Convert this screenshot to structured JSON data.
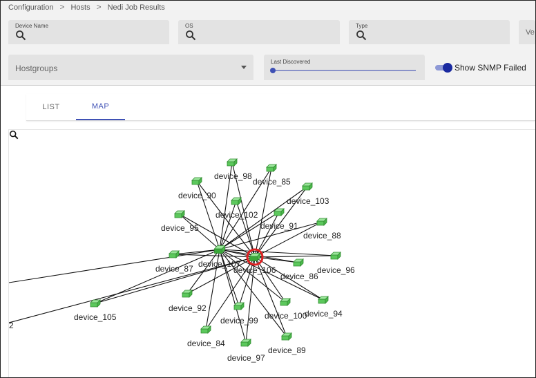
{
  "breadcrumb": {
    "items": [
      "Configuration",
      "Hosts",
      "Nedi Job Results"
    ],
    "separator": ">"
  },
  "filters": {
    "device_name": {
      "label": "Device Name"
    },
    "os": {
      "label": "OS"
    },
    "type": {
      "label": "Type"
    },
    "version": {
      "label": "Ve"
    },
    "hostgroups": {
      "placeholder": "Hostgroups"
    },
    "last_discovered": {
      "label": "Last Discovered",
      "value": 0
    },
    "show_snmp_failed": {
      "label": "Show SNMP Failed",
      "on": true
    }
  },
  "tabs": [
    {
      "label": "LIST",
      "active": false
    },
    {
      "label": "MAP",
      "active": true
    }
  ],
  "icons": {
    "search": "search-icon",
    "zoom": "zoom-icon",
    "dropdown": "chevron-down-icon"
  },
  "colors": {
    "accent": "#3f51b5",
    "node": "#5cc85c",
    "selected_ring": "#e02020"
  },
  "map": {
    "edge_label": "2",
    "devices": [
      "device_98",
      "device_85",
      "device_90",
      "device_103",
      "device_102",
      "device_95",
      "device_91",
      "device_88",
      "device_87",
      "device_107",
      "device_106",
      "device_86",
      "device_96",
      "device_92",
      "device_99",
      "device_100",
      "device_94",
      "device_105",
      "device_84",
      "device_97",
      "device_89"
    ],
    "hubs": [
      "device_107",
      "device_106"
    ],
    "selected": "device_106"
  }
}
